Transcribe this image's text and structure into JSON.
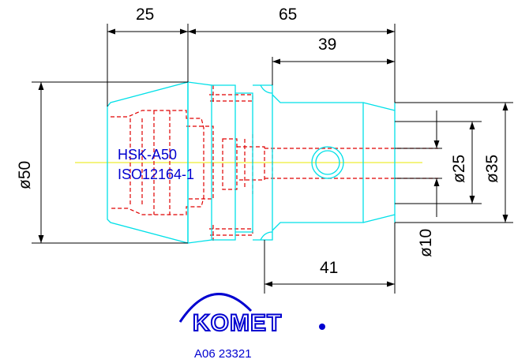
{
  "colors": {
    "outline": "#00e0e8",
    "hidden": "#e00000",
    "centerline": "#e8e800",
    "dimension": "#000000",
    "label": "#0000d0"
  },
  "dimensions": {
    "d25_top": "25",
    "d65_top": "65",
    "d39": "39",
    "d41_bottom": "41",
    "dia50": "ø50",
    "dia25": "ø25",
    "dia35": "ø35",
    "dia10": "ø10"
  },
  "labels": {
    "line1": "HSK-A50",
    "line2": "ISO12164-1"
  },
  "logo": {
    "brand": "KOMET",
    "icon": "registered-mark-icon"
  },
  "part_code": "A06 23321"
}
